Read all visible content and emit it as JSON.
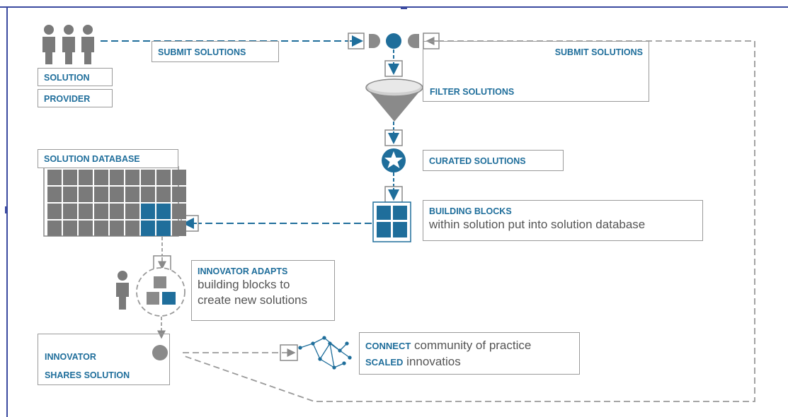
{
  "labels": {
    "solution": "SOLUTION",
    "provider": "PROVIDER",
    "submit_left": "SUBMIT SOLUTIONS",
    "submit_right": "SUBMIT SOLUTIONS",
    "filter": "FILTER SOLUTIONS",
    "curated": "CURATED SOLUTIONS",
    "solution_database": "SOLUTION DATABASE",
    "building_blocks_title": "BUILDING BLOCKS",
    "building_blocks_text": "within solution put into solution database",
    "innovator_adapts_title": "INNOVATOR ADAPTS",
    "innovator_adapts_line1": "building blocks to",
    "innovator_adapts_line2": "create new solutions",
    "innovator_title": "INNOVATOR",
    "shares_solution": "SHARES SOLUTION",
    "connect_word": "CONNECT",
    "connect_text": " community of practice",
    "scaled_word": "SCALED",
    "scaled_text": " innovatios"
  },
  "colors": {
    "blue": "#1f6e9b",
    "gray": "#7a7a7a",
    "frame": "#3b4aa0"
  },
  "icons": [
    "people-icon",
    "funnel-icon",
    "star-badge-icon",
    "grid-icon",
    "person-icon",
    "network-icon"
  ]
}
